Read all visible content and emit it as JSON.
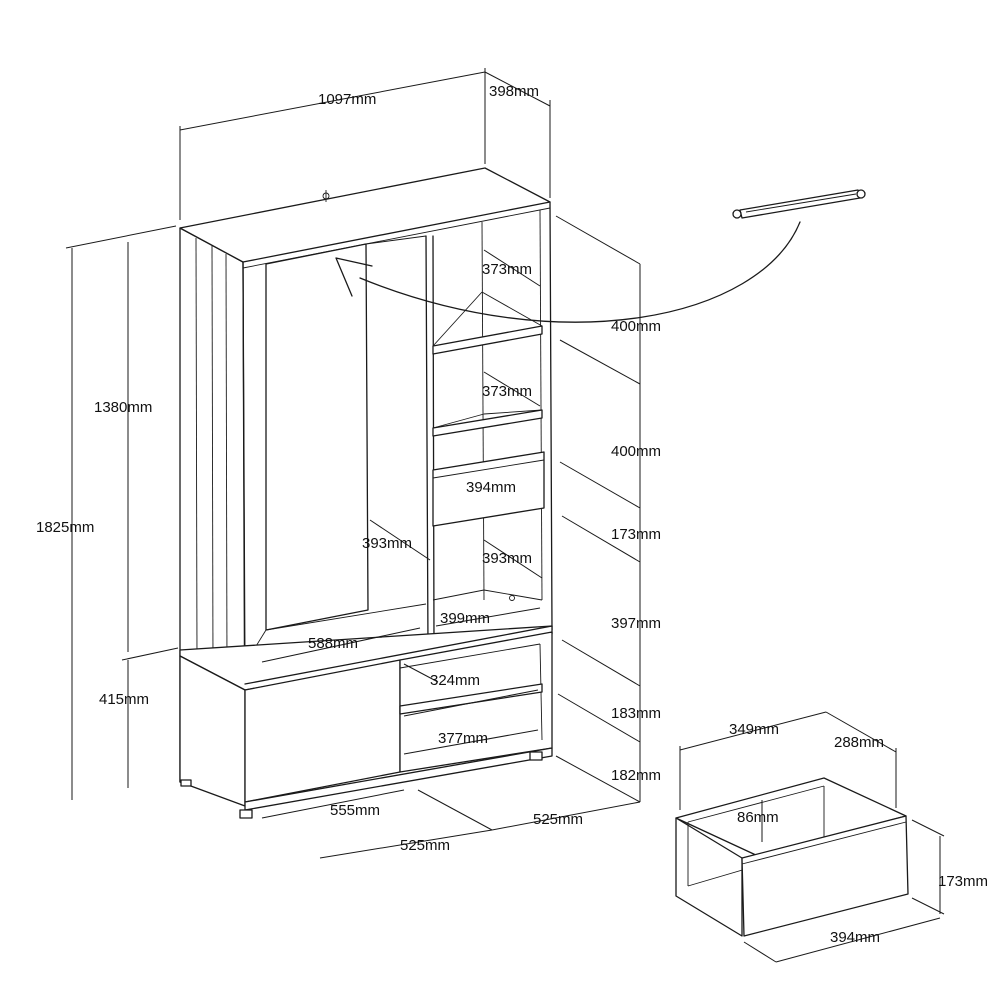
{
  "labels": {
    "width_total": "1097mm",
    "depth_total": "398mm",
    "height_total": "1825mm",
    "height_upper": "1380mm",
    "height_base": "415mm",
    "shelf_1_depth": "373mm",
    "shelf_2_depth": "373mm",
    "drawer_opening_width": "394mm",
    "hanging_depth": "393mm",
    "lower_right_depth": "393mm",
    "lower_right_width": "399mm",
    "hanging_width": "588mm",
    "cubby_1_depth": "324mm",
    "cubby_2_width": "377mm",
    "door_width": "555mm",
    "foot_spacing_left": "525mm",
    "foot_spacing_right": "525mm",
    "right_h_1": "400mm",
    "right_h_2": "400mm",
    "right_h_3": "173mm",
    "right_h_4": "397mm",
    "right_h_5": "183mm",
    "right_h_6": "182mm",
    "drawer_width": "349mm",
    "drawer_depth": "288mm",
    "drawer_inner_height": "86mm",
    "drawer_height": "173mm",
    "drawer_front_width": "394mm"
  },
  "colors": {
    "line": "#1a1a1a",
    "background": "#ffffff"
  }
}
